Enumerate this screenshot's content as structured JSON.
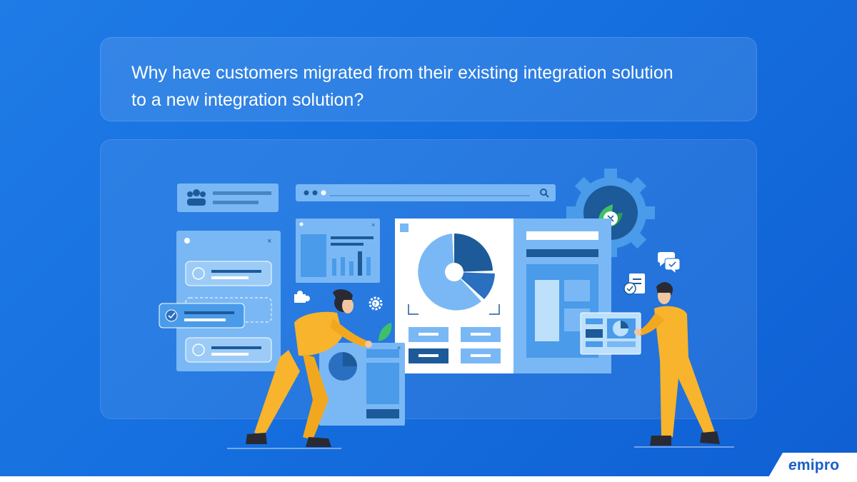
{
  "question": {
    "text": "Why have customers migrated from their existing integration solution to a new integration solution?"
  },
  "illustration": {
    "icons": [
      "user-group-icon",
      "search-icon",
      "gear-icon",
      "leaf-icon",
      "close-icon",
      "check-icon",
      "puzzle-icon",
      "question-gear-icon",
      "chat-bubbles-icon",
      "document-check-icon",
      "pie-chart-icon",
      "bar-chart-icon"
    ]
  },
  "brand": {
    "logo_text": "mipro",
    "logo_mark": "e",
    "colors": {
      "background": "#1670df",
      "panel": "#7ab8f5",
      "dark_accent": "#1d5a99",
      "person": "#f7b42c",
      "leaf": "#3fbf6a"
    }
  }
}
